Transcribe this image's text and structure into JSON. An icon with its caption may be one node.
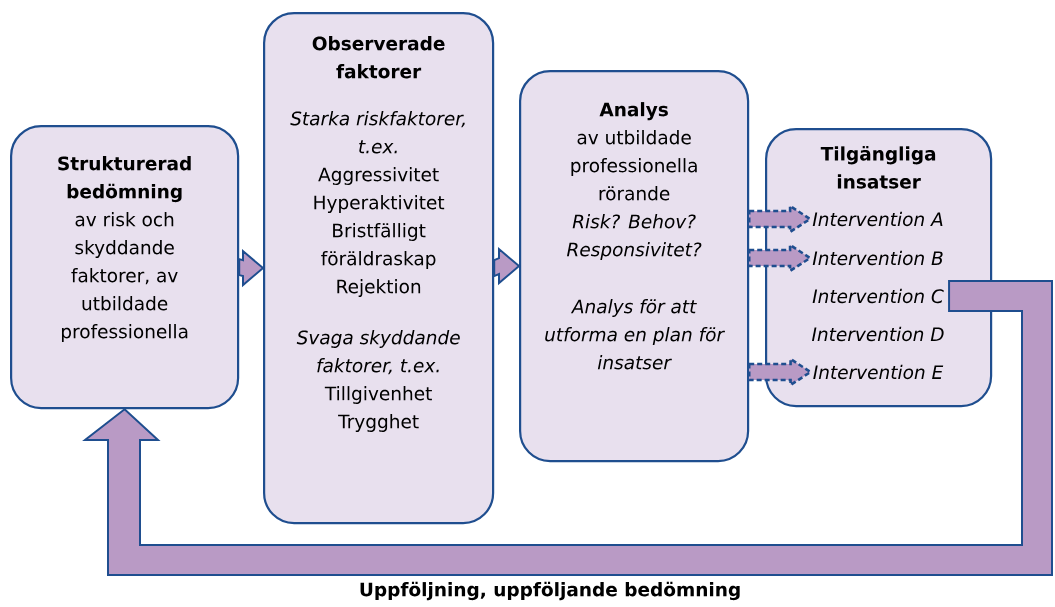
{
  "diagram": {
    "nodes": [
      {
        "text": [
          "Strukturerad bedömning",
          "av risk och skyddande faktorer, av utbildade professionella"
        ]
      },
      {
        "text": [
          "Observerade faktorer",
          "Starka riskfaktorer, t.ex.",
          "Aggressivitet",
          "Hyperaktivitet",
          "Bristfälligt föräldraskap",
          "Rejektion",
          "Svaga skyddande faktorer, t.ex.",
          "Tillgivenhet",
          "Trygghet"
        ]
      },
      {
        "text": [
          "Analys",
          "av utbildade professionella rörande",
          "Risk? Behov? Responsivitet?",
          "Analys för att utforma en plan för insatser"
        ]
      },
      {
        "text": [
          "Tilgängliga insatser"
        ]
      },
      {
        "text": [
          "Intervention A"
        ],
        "in": 3
      },
      {
        "text": [
          "Intervention B"
        ],
        "in": 3
      },
      {
        "text": [
          "Intervention C"
        ],
        "in": 3
      },
      {
        "text": [
          "Intervention D"
        ],
        "in": 3
      },
      {
        "text": [
          "Intervention E"
        ],
        "in": 3
      }
    ],
    "edges": [
      {
        "from": 0,
        "to": 1,
        "arrow": "to"
      },
      {
        "from": 1,
        "to": 2,
        "arrow": "to"
      },
      {
        "from": 2,
        "to": 4,
        "arrow": "to",
        "style": "dashed"
      },
      {
        "from": 2,
        "to": 5,
        "arrow": "to",
        "style": "dashed"
      },
      {
        "from": 2,
        "to": 8,
        "arrow": "to",
        "style": "dashed"
      },
      {
        "from": 6,
        "to": 0,
        "arrow": "to"
      }
    ],
    "labels": [
      "Uppföljning, uppföljande bedömning"
    ]
  }
}
